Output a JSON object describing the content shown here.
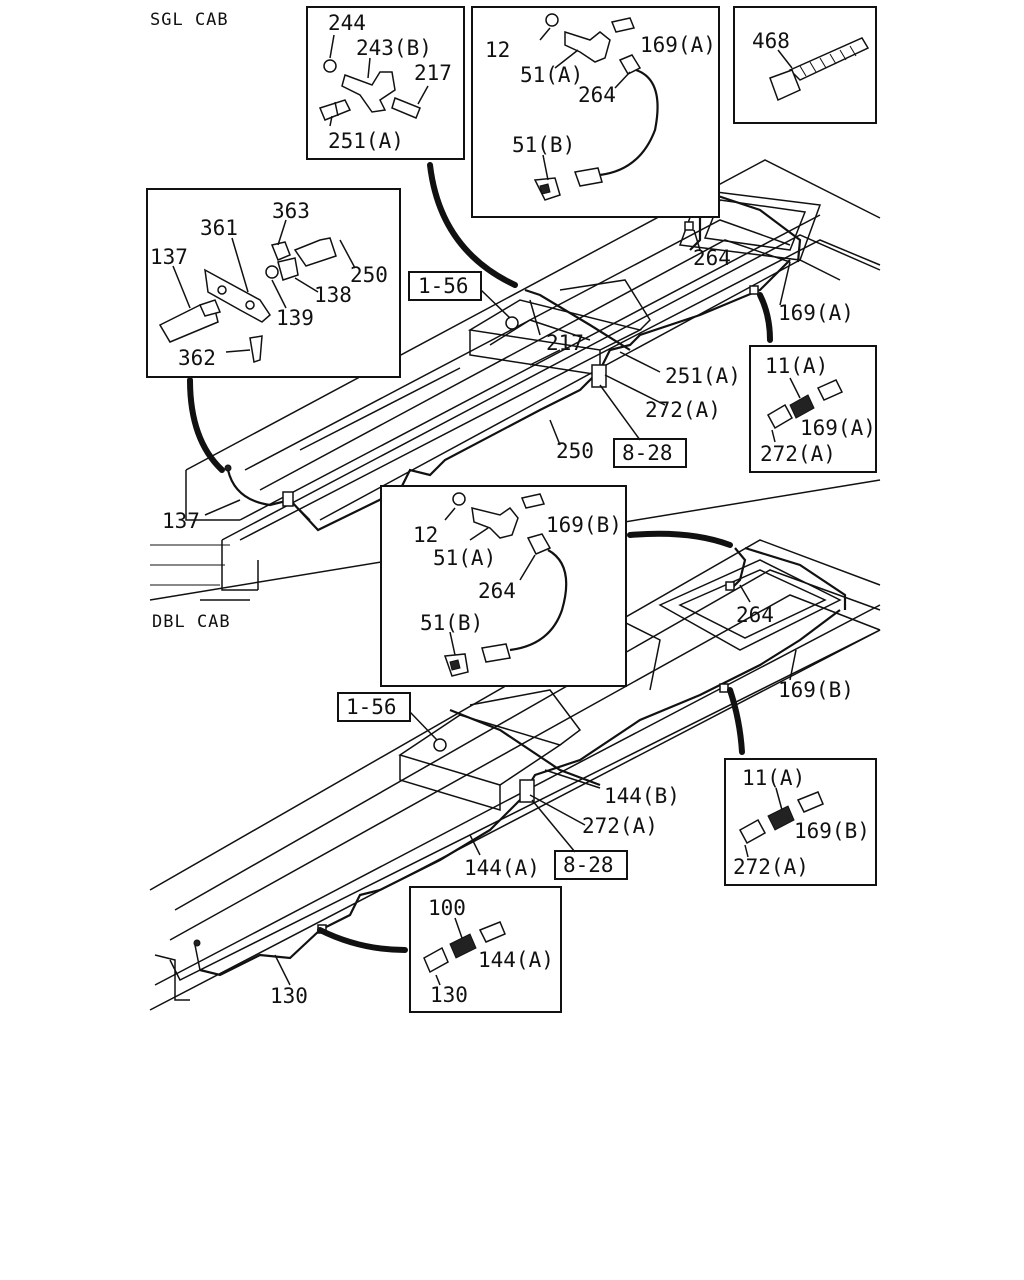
{
  "sections": {
    "sgl_cab": "SGL CAB",
    "dbl_cab": "DBL CAB"
  },
  "refs": {
    "r1_56_top": "1-56",
    "r8_28_top": "8-28",
    "r1_56_bottom": "1-56",
    "r8_28_bottom": "8-28"
  },
  "labels": {
    "l244": "244",
    "l243b": "243(B)",
    "l217_box": "217",
    "l251a_box": "251(A)",
    "l12_top": "12",
    "l169a_box": "169(A)",
    "l51a_top": "51(A)",
    "l264_box_top": "264",
    "l51b_top": "51(B)",
    "l468": "468",
    "l363": "363",
    "l361": "361",
    "l137_box": "137",
    "l250_box": "250",
    "l138": "138",
    "l139": "139",
    "l362": "362",
    "l264_frame_top": "264",
    "l169a_frame": "169(A)",
    "l217_frame": "217",
    "l251a_frame": "251(A)",
    "l272a_frame_top": "272(A)",
    "l250_frame": "250",
    "l137_frame": "137",
    "l11a_top": "11(A)",
    "l169a_joint": "169(A)",
    "l272a_joint_top": "272(A)",
    "l12_mid": "12",
    "l169b_box": "169(B)",
    "l51a_mid": "51(A)",
    "l264_box_mid": "264",
    "l51b_mid": "51(B)",
    "l264_frame_bot": "264",
    "l169b_frame": "169(B)",
    "l144b": "144(B)",
    "l272a_frame_bot": "272(A)",
    "l144a_frame": "144(A)",
    "l130_frame": "130",
    "l11a_bot": "11(A)",
    "l169b_joint": "169(B)",
    "l272a_joint_bot": "272(A)",
    "l100": "100",
    "l144a_joint": "144(A)",
    "l130_joint": "130"
  }
}
